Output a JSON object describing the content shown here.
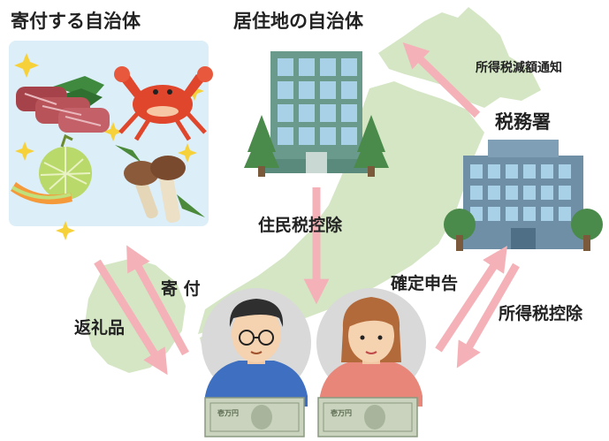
{
  "labels": {
    "donated_municipality": "寄付する自治体",
    "resident_municipality": "居住地の自治体",
    "income_tax_reduction_notice": "所得税減額通知",
    "tax_office": "税務署",
    "resident_tax_deduction": "住民税控除",
    "donation": "寄 付",
    "return_gift": "返礼品",
    "tax_return_filing": "確定申告",
    "income_tax_deduction": "所得税控除"
  },
  "colors": {
    "map": "#d4e6c4",
    "gift_panel": "#dceef8",
    "arrow": "#f4b2b8",
    "building_frame": "#6a9a8c",
    "building_glass": "#a8d1e8",
    "tax_office_building": "#6f8fa6",
    "tree": "#4a8a4a",
    "person_circle": "#d9d9d9",
    "man_shirt": "#3f6fc0",
    "woman_shirt": "#e8867a",
    "banknote": "#c9d3bd"
  },
  "banknote": {
    "denomination": "壱万円"
  }
}
